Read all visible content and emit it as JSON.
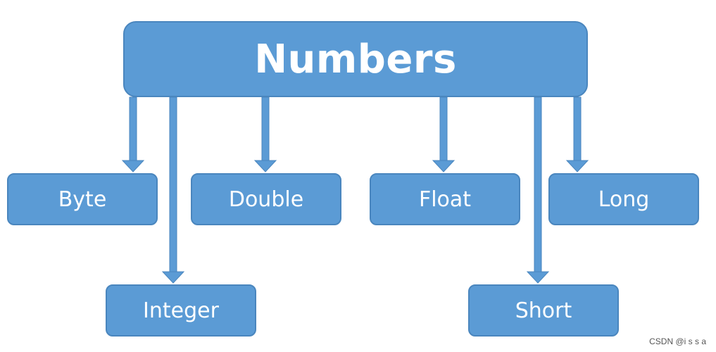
{
  "root": {
    "label": "Numbers"
  },
  "children": [
    {
      "id": "byte",
      "label": "Byte"
    },
    {
      "id": "double",
      "label": "Double"
    },
    {
      "id": "float",
      "label": "Float"
    },
    {
      "id": "long",
      "label": "Long"
    },
    {
      "id": "integer",
      "label": "Integer"
    },
    {
      "id": "short",
      "label": "Short"
    }
  ],
  "edges": [
    {
      "from": "root",
      "to": "byte"
    },
    {
      "from": "root",
      "to": "integer"
    },
    {
      "from": "root",
      "to": "double"
    },
    {
      "from": "root",
      "to": "float"
    },
    {
      "from": "root",
      "to": "short"
    },
    {
      "from": "root",
      "to": "long"
    }
  ],
  "colors": {
    "box_fill": "#5b9bd5",
    "box_border": "#4a86be",
    "arrow": "#5b9bd5",
    "text": "#ffffff"
  },
  "watermark": "CSDN @i s s a"
}
